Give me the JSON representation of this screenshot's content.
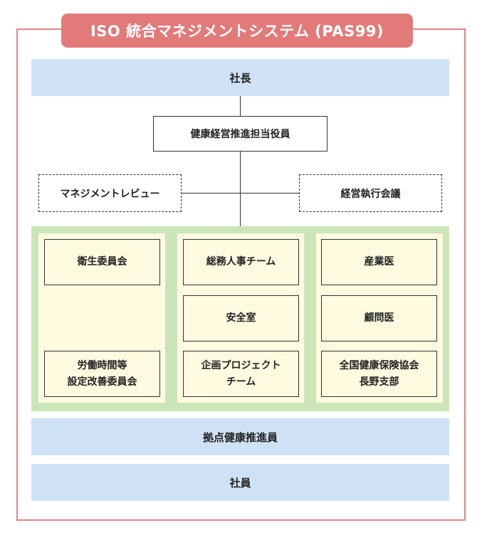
{
  "title": "ISO 統合マネジメントシステム (PAS99)",
  "president": "社長",
  "officer": "健康経営推進担当役員",
  "management_review": "マネジメントレビュー",
  "executive_meeting": "経営執行会議",
  "columns": {
    "left": {
      "top": "衛生委員会",
      "bottom": "労働時間等\n設定改善委員会"
    },
    "middle": {
      "top": "総務人事チーム",
      "mid": "安全室",
      "bottom": "企画プロジェクト\nチーム"
    },
    "right": {
      "top": "産業医",
      "mid": "顧問医",
      "bottom": "全国健康保険協会\n長野支部"
    }
  },
  "site_promoter": "拠点健康推進員",
  "employees": "社員",
  "colors": {
    "frame": "#e08585",
    "title_bg": "#e27a7a",
    "band": "#cfe2f5",
    "green": "#cbe5b8",
    "cream": "#fffbe0"
  }
}
